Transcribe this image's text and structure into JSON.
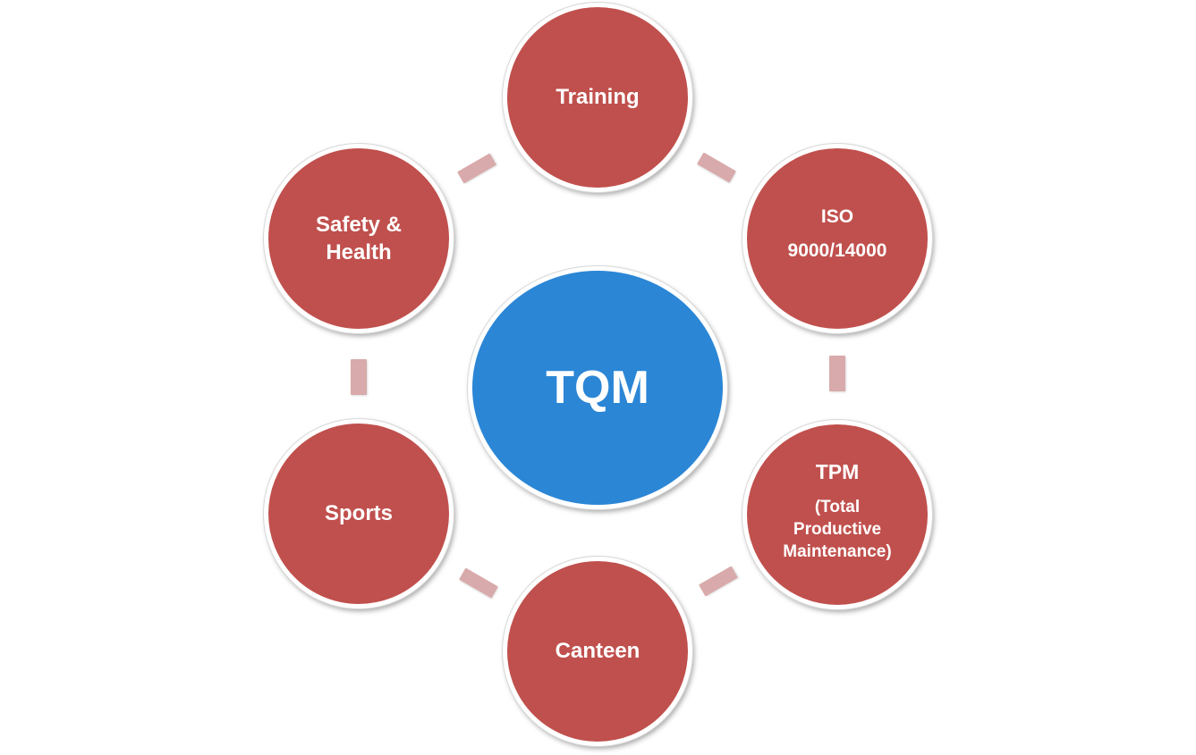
{
  "diagram": {
    "center": {
      "label": "TQM",
      "color": "#2b86d6"
    },
    "node_color": "#c0504d",
    "connector_color": "#d9aaab",
    "nodes": [
      {
        "id": "training",
        "lines": [
          "Training"
        ]
      },
      {
        "id": "iso",
        "lines": [
          "ISO",
          "9000/14000"
        ]
      },
      {
        "id": "tpm",
        "lines": [
          "TPM",
          "(Total",
          "Productive",
          "Maintenance)"
        ]
      },
      {
        "id": "canteen",
        "lines": [
          "Canteen"
        ]
      },
      {
        "id": "sports",
        "lines": [
          "Sports"
        ]
      },
      {
        "id": "safety",
        "lines": [
          "Safety &",
          "Health"
        ]
      }
    ]
  }
}
